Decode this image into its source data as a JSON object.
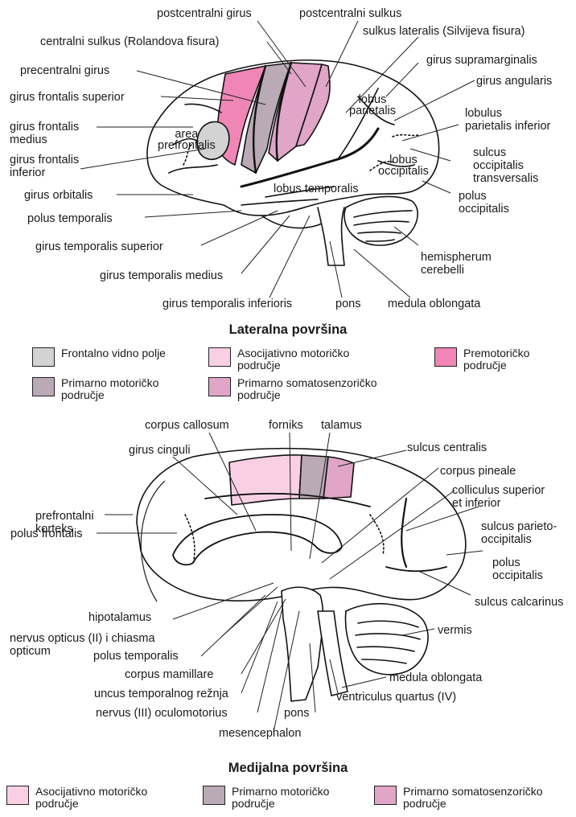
{
  "colors": {
    "frontal_eye_field": "#d3d3d3",
    "primary_motor": "#b9aab5",
    "associative_motor": "#f8cfe3",
    "primary_somatosensory": "#e0a5c7",
    "premotor": "#ef86b6"
  },
  "lateral": {
    "labels": {
      "postcentral_gyrus": "postcentralni girus",
      "postcentral_sulcus": "postcentralni sulkus",
      "lateral_sulcus": "sulkus lateralis (Silvijeva fisura)",
      "central_sulcus": "centralni sulkus (Rolandova fisura)",
      "supramarginal": "girus supramarginalis",
      "precentral": "precentralni girus",
      "angular": "girus angularis",
      "frontal_superior": "girus frontalis superior",
      "parietal_lobe_line1": "lobus",
      "parietal_lobe_line2": "parietalis",
      "inferior_parietal_line1": "lobulus",
      "inferior_parietal_line2": "parietalis inferior",
      "frontal_medius_line1": "girus frontalis",
      "frontal_medius_line2": "medius",
      "area_line1": "area",
      "area_line2": "prefrontalis",
      "sulcus_occ_line1": "sulcus",
      "sulcus_occ_line2": "occipitalis",
      "sulcus_occ_line3": "transversalis",
      "frontal_inferior_line1": "girus frontalis",
      "frontal_inferior_line2": "inferior",
      "occipital_lobe_line1": "lobus",
      "occipital_lobe_line2": "occipitalis",
      "orbital": "girus orbitalis",
      "temporal_lobe": "lobus temporalis",
      "occipital_pole_line1": "polus",
      "occipital_pole_line2": "occipitalis",
      "temporal_pole": "polus temporalis",
      "temporal_superior": "girus temporalis superior",
      "hemisphere_line1": "hemispherum",
      "hemisphere_line2": "cerebelli",
      "temporal_medius": "girus temporalis medius",
      "temporal_inferior": "girus temporalis inferioris",
      "pons": "pons",
      "medulla": "medula oblongata"
    },
    "title": "Lateralna površina",
    "legend": [
      {
        "line1": "Frontalno vidno polje",
        "line2": "",
        "color": "#d3d3d3"
      },
      {
        "line1": "Asocijativno motoričko",
        "line2": "područje",
        "color": "#f8cfe3"
      },
      {
        "line1": "Premotoričko",
        "line2": "područje",
        "color": "#ef86b6"
      },
      {
        "line1": "Primarno motoričko",
        "line2": "područje",
        "color": "#b9aab5"
      },
      {
        "line1": "Primarno somatosenzoričko",
        "line2": "područje",
        "color": "#e0a5c7"
      }
    ]
  },
  "medial": {
    "labels": {
      "corpus_callosum": "corpus callosum",
      "fornix": "forniks",
      "thalamus": "talamus",
      "cingulate": "girus cinguli",
      "central_sulcus": "sulcus centralis",
      "pineal": "corpus pineale",
      "colliculus_line1": "colliculus superior",
      "colliculus_line2": "et inferior",
      "prefrontal_line1": "prefrontalni",
      "prefrontal_line2": "korteks",
      "parieto_occ_line1": "sulcus parieto-",
      "parieto_occ_line2": "occipitalis",
      "frontal_pole": "polus frontalis",
      "occipital_pole_line1": "polus",
      "occipital_pole_line2": "occipitalis",
      "hypothalamus": "hipotalamus",
      "calcarine": "sulcus calcarinus",
      "optic_line1": "nervus opticus (II) i chiasma",
      "optic_line2": "opticum",
      "vermis": "vermis",
      "temporal_pole": "polus temporalis",
      "mamillary": "corpus mamillare",
      "medulla": "medula oblongata",
      "uncus": "uncus temporalnog režnja",
      "fourth_ventricle": "ventriculus quartus (IV)",
      "oculomotor": "nervus (III) oculomotorius",
      "pons": "pons",
      "mesencephalon": "mesencephalon"
    },
    "title": "Medijalna površina",
    "legend": [
      {
        "line1": "Asocijativno motoričko",
        "line2": "područje",
        "color": "#f8cfe3"
      },
      {
        "line1": "Primarno motoričko",
        "line2": "područje",
        "color": "#b9aab5"
      },
      {
        "line1": "Primarno somatosenzoričko",
        "line2": "područje",
        "color": "#e0a5c7"
      }
    ]
  }
}
